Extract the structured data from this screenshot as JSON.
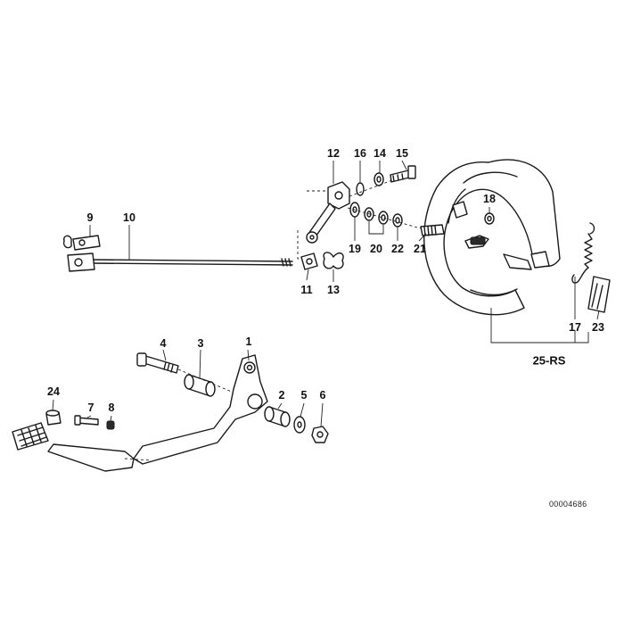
{
  "reference_number": "00004686",
  "assembly_label": "25-RS",
  "callouts": [
    {
      "id": "1",
      "label": "1"
    },
    {
      "id": "2",
      "label": "2"
    },
    {
      "id": "3",
      "label": "3"
    },
    {
      "id": "4",
      "label": "4"
    },
    {
      "id": "5",
      "label": "5"
    },
    {
      "id": "6",
      "label": "6"
    },
    {
      "id": "7",
      "label": "7"
    },
    {
      "id": "8",
      "label": "8"
    },
    {
      "id": "9",
      "label": "9"
    },
    {
      "id": "10",
      "label": "10"
    },
    {
      "id": "11",
      "label": "11"
    },
    {
      "id": "12",
      "label": "12"
    },
    {
      "id": "13",
      "label": "13"
    },
    {
      "id": "14",
      "label": "14"
    },
    {
      "id": "15",
      "label": "15"
    },
    {
      "id": "16",
      "label": "16"
    },
    {
      "id": "17",
      "label": "17"
    },
    {
      "id": "18",
      "label": "18"
    },
    {
      "id": "19",
      "label": "19"
    },
    {
      "id": "20",
      "label": "20"
    },
    {
      "id": "21",
      "label": "21"
    },
    {
      "id": "22",
      "label": "22"
    },
    {
      "id": "23",
      "label": "23"
    },
    {
      "id": "24",
      "label": "24"
    }
  ]
}
